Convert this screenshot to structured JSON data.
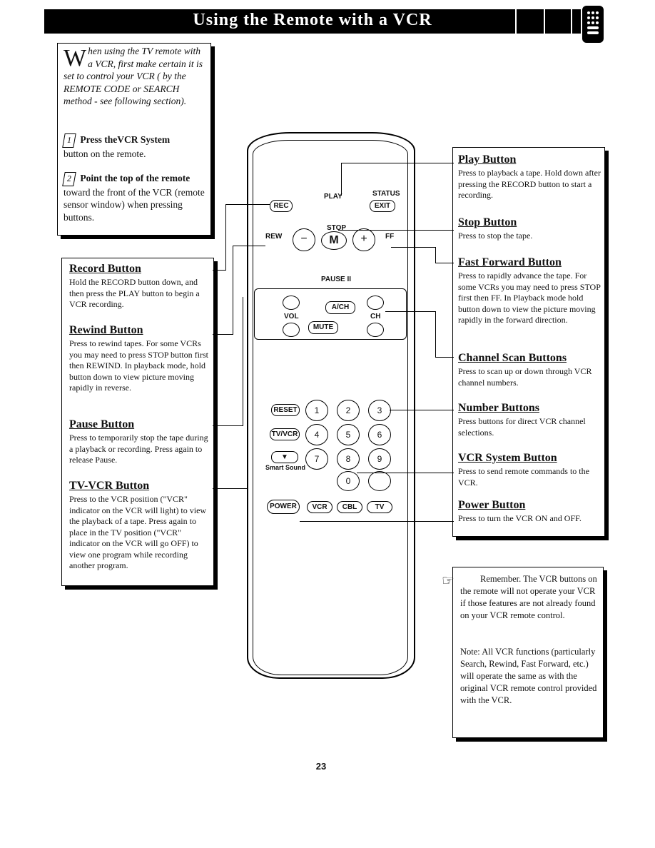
{
  "header": {
    "title": "Using the Remote with a VCR"
  },
  "intro": {
    "dropcap": "W",
    "text": "hen using the TV remote with a VCR, first make certain it is set to control your VCR ( by the REMOTE CODE or SEARCH method - see following section).",
    "step1_num": "1",
    "step1_bold": "Press theVCR System",
    "step1_rest": "button on the remote.",
    "step2_num": "2",
    "step2_bold": "Point the top of the remote",
    "step2_rest": "toward the front of the VCR (remote sensor window) when pressing buttons."
  },
  "left_sections": [
    {
      "title": "Record Button",
      "body": "Hold the RECORD button down, and then press the PLAY button to begin a VCR recording."
    },
    {
      "title": "Rewind Button",
      "body": "Press to rewind tapes. For some VCRs you may need to press STOP button first then REWIND. In playback mode, hold button down to view picture moving rapidly in reverse."
    },
    {
      "title": "Pause Button",
      "body": "Press to temporarily stop the tape during a playback or recording. Press again to release Pause."
    },
    {
      "title": "TV-VCR Button",
      "body": "Press to the VCR position (\"VCR\" indicator on the VCR will light) to view the playback of a tape. Press again to place in the TV position (\"VCR\" indicator on the VCR will go OFF) to view one program while recording another program."
    }
  ],
  "right_sections": [
    {
      "title": "Play Button",
      "body": "Press to playback a tape. Hold down after pressing the RECORD button to start a recording."
    },
    {
      "title": "Stop Button",
      "body": "Press to stop the tape."
    },
    {
      "title": "Fast Forward Button",
      "body": "Press to rapidly advance the tape. For some VCRs you may need to press STOP first then FF. In Playback mode hold button down to view the picture moving rapidly in the forward direction."
    },
    {
      "title": "Channel Scan Buttons",
      "body": "Press to scan up or down through VCR channel numbers."
    },
    {
      "title": "Number Buttons",
      "body": "Press buttons for direct VCR channel selections."
    },
    {
      "title": "VCR System Button",
      "body": "Press to send remote commands to the VCR."
    },
    {
      "title": "Power Button",
      "body": "Press to turn the VCR ON and OFF."
    }
  ],
  "note": {
    "remember": "Remember. The VCR buttons on the remote will not operate your VCR if those features are not already found on your VCR remote control.",
    "note": "Note: All VCR functions (particularly Search, Rewind, Fast Forward, etc.) will operate the same as with the original VCR remote control provided with the VCR."
  },
  "remote": {
    "play": "PLAY",
    "status": "STATUS",
    "exit": "EXIT",
    "rec": "REC",
    "stop": "STOP",
    "m": "M",
    "rew": "REW",
    "ff": "FF",
    "minus": "−",
    "plus": "+",
    "pause": "PAUSE II",
    "ach": "A/CH",
    "vol": "VOL",
    "ch": "CH",
    "mute": "MUTE",
    "reset": "RESET",
    "tvvcr": "TV/VCR",
    "smart_sound": "Smart Sound",
    "digits": [
      "1",
      "2",
      "3",
      "4",
      "5",
      "6",
      "7",
      "8",
      "9",
      "0"
    ],
    "power": "POWER",
    "vcr": "VCR",
    "cbl": "CBL",
    "tv": "TV"
  },
  "page_number": "23"
}
